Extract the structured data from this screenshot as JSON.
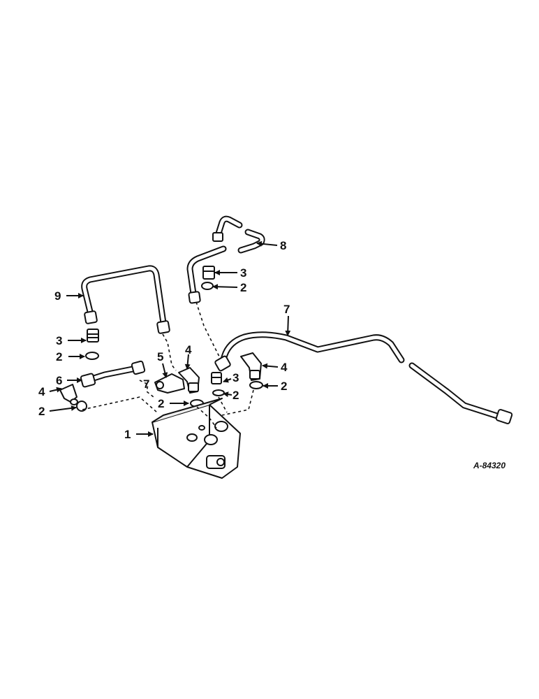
{
  "figure_id": "A-84320",
  "callouts": {
    "c1": "1",
    "c2a": "2",
    "c2b": "2",
    "c2c": "2",
    "c2d": "2",
    "c2e": "2",
    "c2f": "2",
    "c3a": "3",
    "c3b": "3",
    "c3c": "3",
    "c4a": "4",
    "c4b": "4",
    "c4c": "4",
    "c5": "5",
    "c6": "6",
    "c7a": "7",
    "c7b": "7",
    "c8": "8",
    "c9": "9"
  }
}
